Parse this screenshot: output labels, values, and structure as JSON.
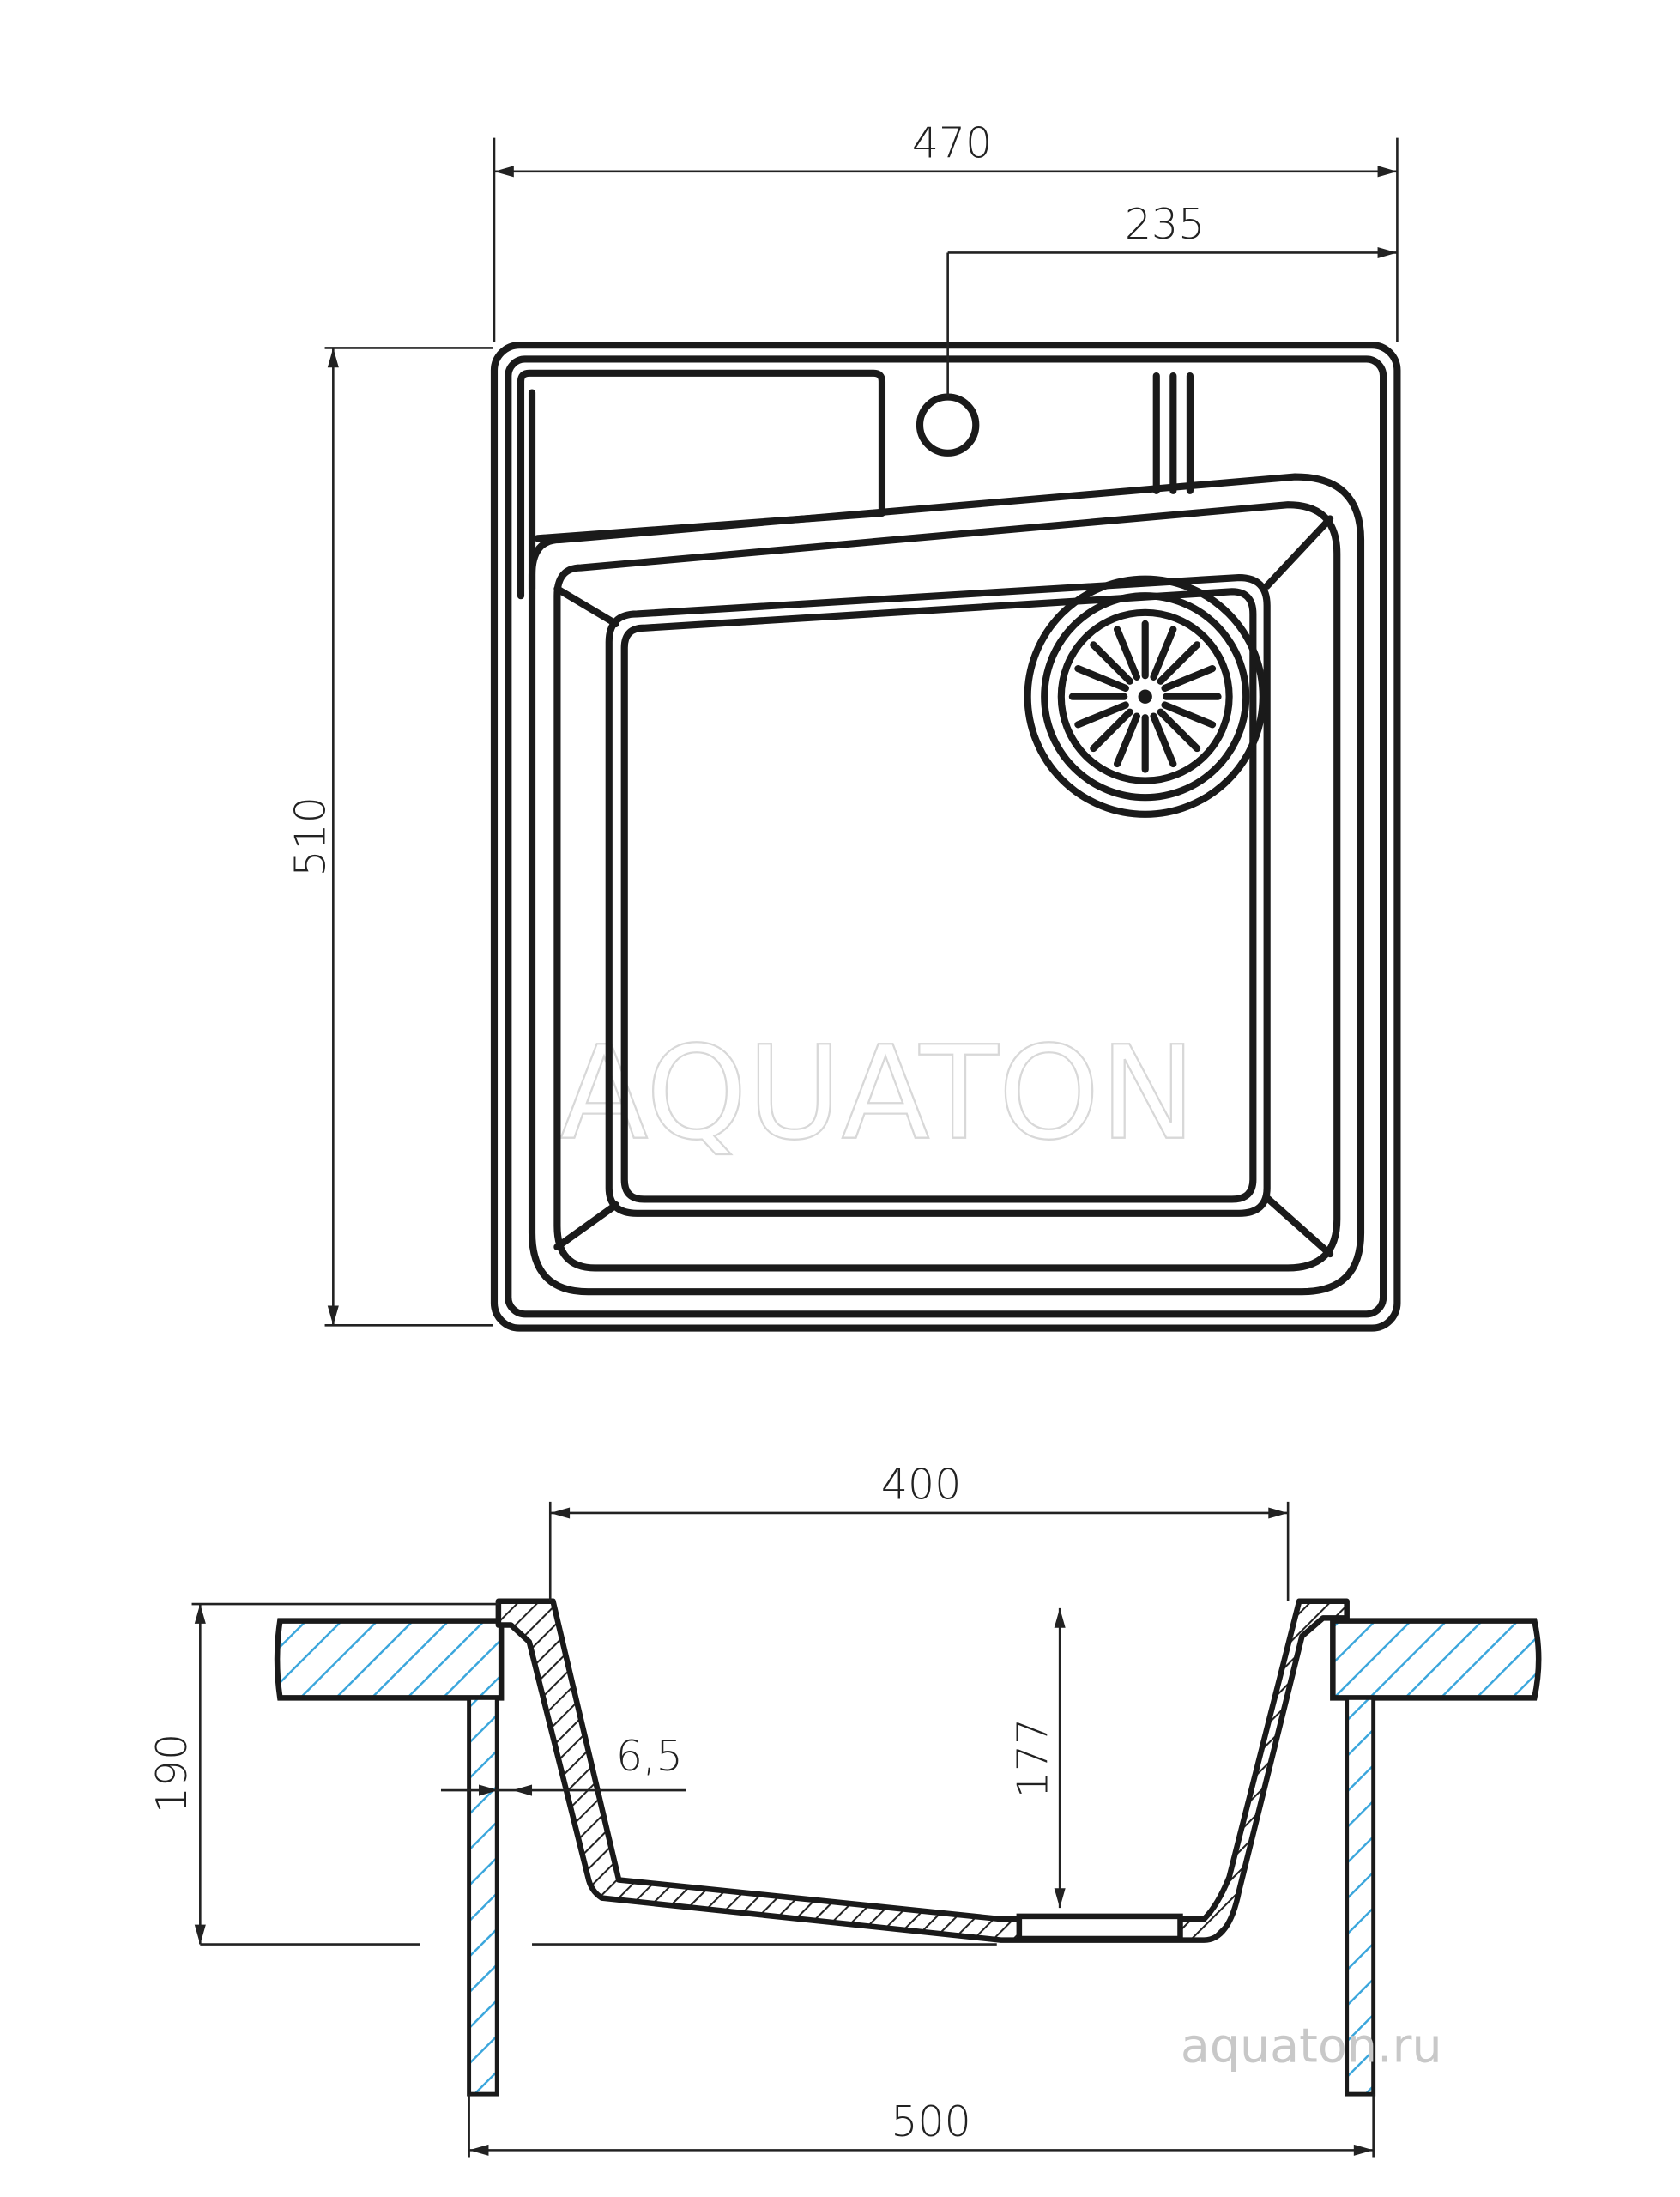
{
  "drawing": {
    "top_view": {
      "width_label": "470",
      "faucet_offset_label": "235",
      "depth_label": "510"
    },
    "section_view": {
      "bowl_width_label": "400",
      "total_height_label": "190",
      "bowl_depth_label": "177",
      "wall_thickness_label": "6,5",
      "cabinet_width_label": "500"
    },
    "watermark": "AQUATON",
    "website": "aquaton.ru",
    "hatch_color": "#3aa6dc"
  }
}
